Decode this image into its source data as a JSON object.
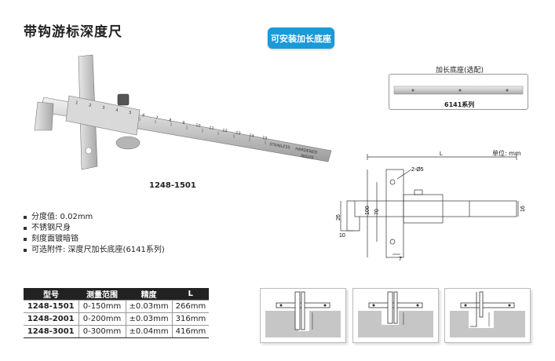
{
  "title": "带钩游标深度尺",
  "badge": "可安装加长底座",
  "model_label": "1248-1501",
  "features": [
    "分度值: 0.02mm",
    "不锈钢尺身",
    "刻度面镀暗铬",
    "可选附件: 深度尺加长底座(6141系列)"
  ],
  "accessory": {
    "title": "加长底座(选配)",
    "series": "6141系列"
  },
  "drawing": {
    "unit": "单位: mm",
    "L": "L",
    "hole": "2-Ø5",
    "dims": [
      "26",
      "100",
      "70",
      "10",
      "7",
      "16"
    ]
  },
  "ruler_marks": {
    "numbers": [
      "1",
      "2",
      "3",
      "4",
      "5",
      "6",
      "7",
      "8",
      "9",
      "10",
      "11",
      "12",
      "13",
      "14",
      "15"
    ],
    "stamp1": "STAINLESS",
    "stamp2": "HARDENED",
    "stamp3": "INSIZE"
  },
  "table": {
    "headers": [
      "型号",
      "测量范围",
      "精度",
      "L"
    ],
    "rows": [
      [
        "1248-1501",
        "0-150mm",
        "±0.03mm",
        "266mm"
      ],
      [
        "1248-2001",
        "0-200mm",
        "±0.03mm",
        "316mm"
      ],
      [
        "1248-3001",
        "0-300mm",
        "±0.04mm",
        "416mm"
      ]
    ]
  }
}
